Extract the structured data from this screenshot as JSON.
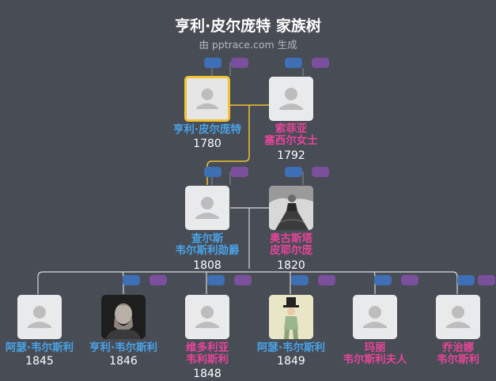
{
  "header": {
    "title": "亨利·皮尔庞特 家族树",
    "subtitle": "由 pptrace.com 生成"
  },
  "colors": {
    "background": "#474c55",
    "male": "#4aa3e8",
    "female": "#e8459a",
    "marriage_line": "#f1c232",
    "child_line": "#d9d9d9",
    "tag_blue": "#3e6fb4",
    "tag_purple": "#7a4f9c"
  },
  "people": [
    {
      "id": "p1",
      "name_lines": [
        "亨利·皮尔庞特"
      ],
      "year": "1780",
      "gender": "male",
      "photo": false,
      "selected": true
    },
    {
      "id": "p2",
      "name_lines": [
        "索菲亚",
        "塞西尔女士"
      ],
      "year": "1792",
      "gender": "female",
      "photo": false
    },
    {
      "id": "p3",
      "name_lines": [
        "查尔斯",
        "韦尔斯利勋爵"
      ],
      "year": "1808",
      "gender": "male",
      "photo": false
    },
    {
      "id": "p4",
      "name_lines": [
        "奥古斯塔",
        "皮耶尔庞"
      ],
      "year": "1820",
      "gender": "female",
      "photo": true,
      "photo_icon": "victorian-lady-portrait-icon"
    },
    {
      "id": "c1",
      "name_lines": [
        "阿瑟·韦尔斯利"
      ],
      "year": "1845",
      "gender": "male",
      "photo": false
    },
    {
      "id": "c2",
      "name_lines": [
        "亨利·韦尔斯利"
      ],
      "year": "1846",
      "gender": "male",
      "photo": true,
      "photo_icon": "bearded-man-portrait-icon"
    },
    {
      "id": "c3",
      "name_lines": [
        "维多利亚",
        "韦利斯利"
      ],
      "year": "1848",
      "gender": "female",
      "photo": false
    },
    {
      "id": "c4",
      "name_lines": [
        "阿瑟·韦尔斯利"
      ],
      "year": "1849",
      "gender": "male",
      "photo": true,
      "photo_icon": "top-hat-caricature-icon"
    },
    {
      "id": "c5",
      "name_lines": [
        "玛丽",
        "韦尔斯利夫人"
      ],
      "year": "",
      "gender": "female",
      "photo": false
    },
    {
      "id": "c6",
      "name_lines": [
        "乔治娜",
        "韦尔斯利"
      ],
      "year": "",
      "gender": "female",
      "photo": false
    }
  ]
}
